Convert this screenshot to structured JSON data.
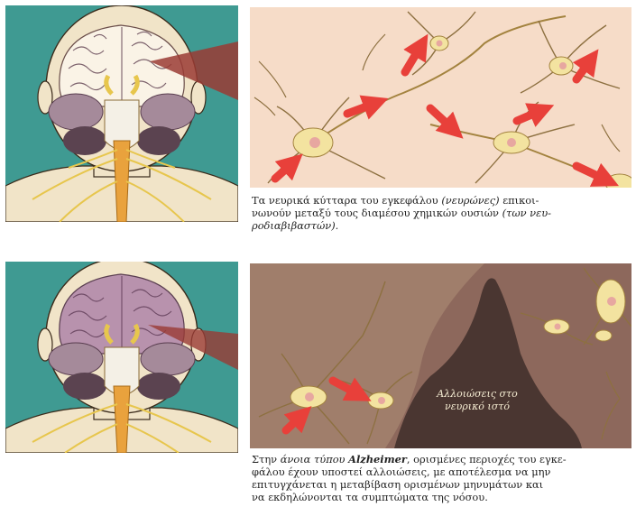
{
  "panel1": {
    "caption": {
      "t1": "Τα νευρικά κύτταρα του εγκεφάλου",
      "t2": "(νευρώνες)",
      "t3": "επικοι-",
      "t4": "νωνούν μεταξύ τους διαμέσου χημικών ουσιών",
      "t5": "(των νευ-",
      "t6": "ροδιαβιβαστών)."
    }
  },
  "panel2": {
    "label_line1": "Αλλοιώσεις στο",
    "label_line2": "νευρικό ιστό",
    "caption": {
      "t1": "Στην",
      "t2": "άνοια τύπου",
      "t3": "Alzheimer",
      "t4": ", ορισμένες περιοχές του εγκε-",
      "t5": "φάλου έχουν υποστεί αλλοιώσεις, με αποτέλεσμα να μην",
      "t6": "επιτυγχάνεται η μεταβίβαση ορισμένων μηνυμάτων και",
      "t7": "να εκδηλώνονται τα συμπτώματα της νόσου."
    }
  },
  "colors": {
    "teal_background": "#3f9a92",
    "healthy_neuron_background": "#f6dcc8",
    "diseased_tissue_background": "#8d685c",
    "arrow": "#e8403a",
    "neuron_body": "#f3e3a0"
  }
}
